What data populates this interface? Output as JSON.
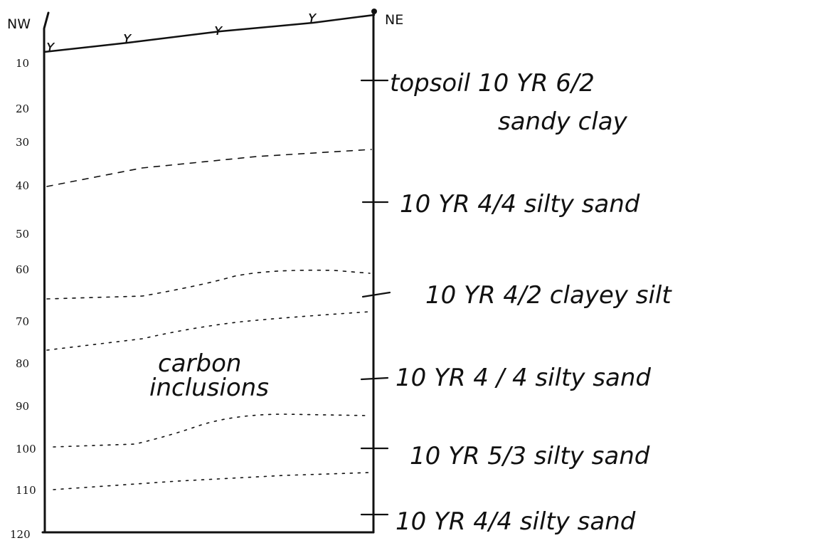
{
  "directions": {
    "left": "NW",
    "right": "NE"
  },
  "depth_scale": [
    "10",
    "20",
    "30",
    "40",
    "50",
    "60",
    "70",
    "80",
    "90",
    "100",
    "110",
    "120"
  ],
  "layers": [
    {
      "description": "topsoil   10 YR   6/2",
      "description_line2": "sandy   clay"
    },
    {
      "description": "10   YR   4/4   silty sand"
    },
    {
      "description": "10   YR   4/2   clayey silt"
    },
    {
      "description": "10   YR   4 / 4   silty sand"
    },
    {
      "description": "10   YR   5/3   silty   sand"
    },
    {
      "description": "10   YR   4/4   silty sand"
    }
  ],
  "annotations": {
    "inclusions": "carbon",
    "inclusions_line2": "inclusions"
  },
  "vegetation_marks": [
    "ʏ",
    "ʏ",
    "ʏ",
    "ʏ"
  ]
}
